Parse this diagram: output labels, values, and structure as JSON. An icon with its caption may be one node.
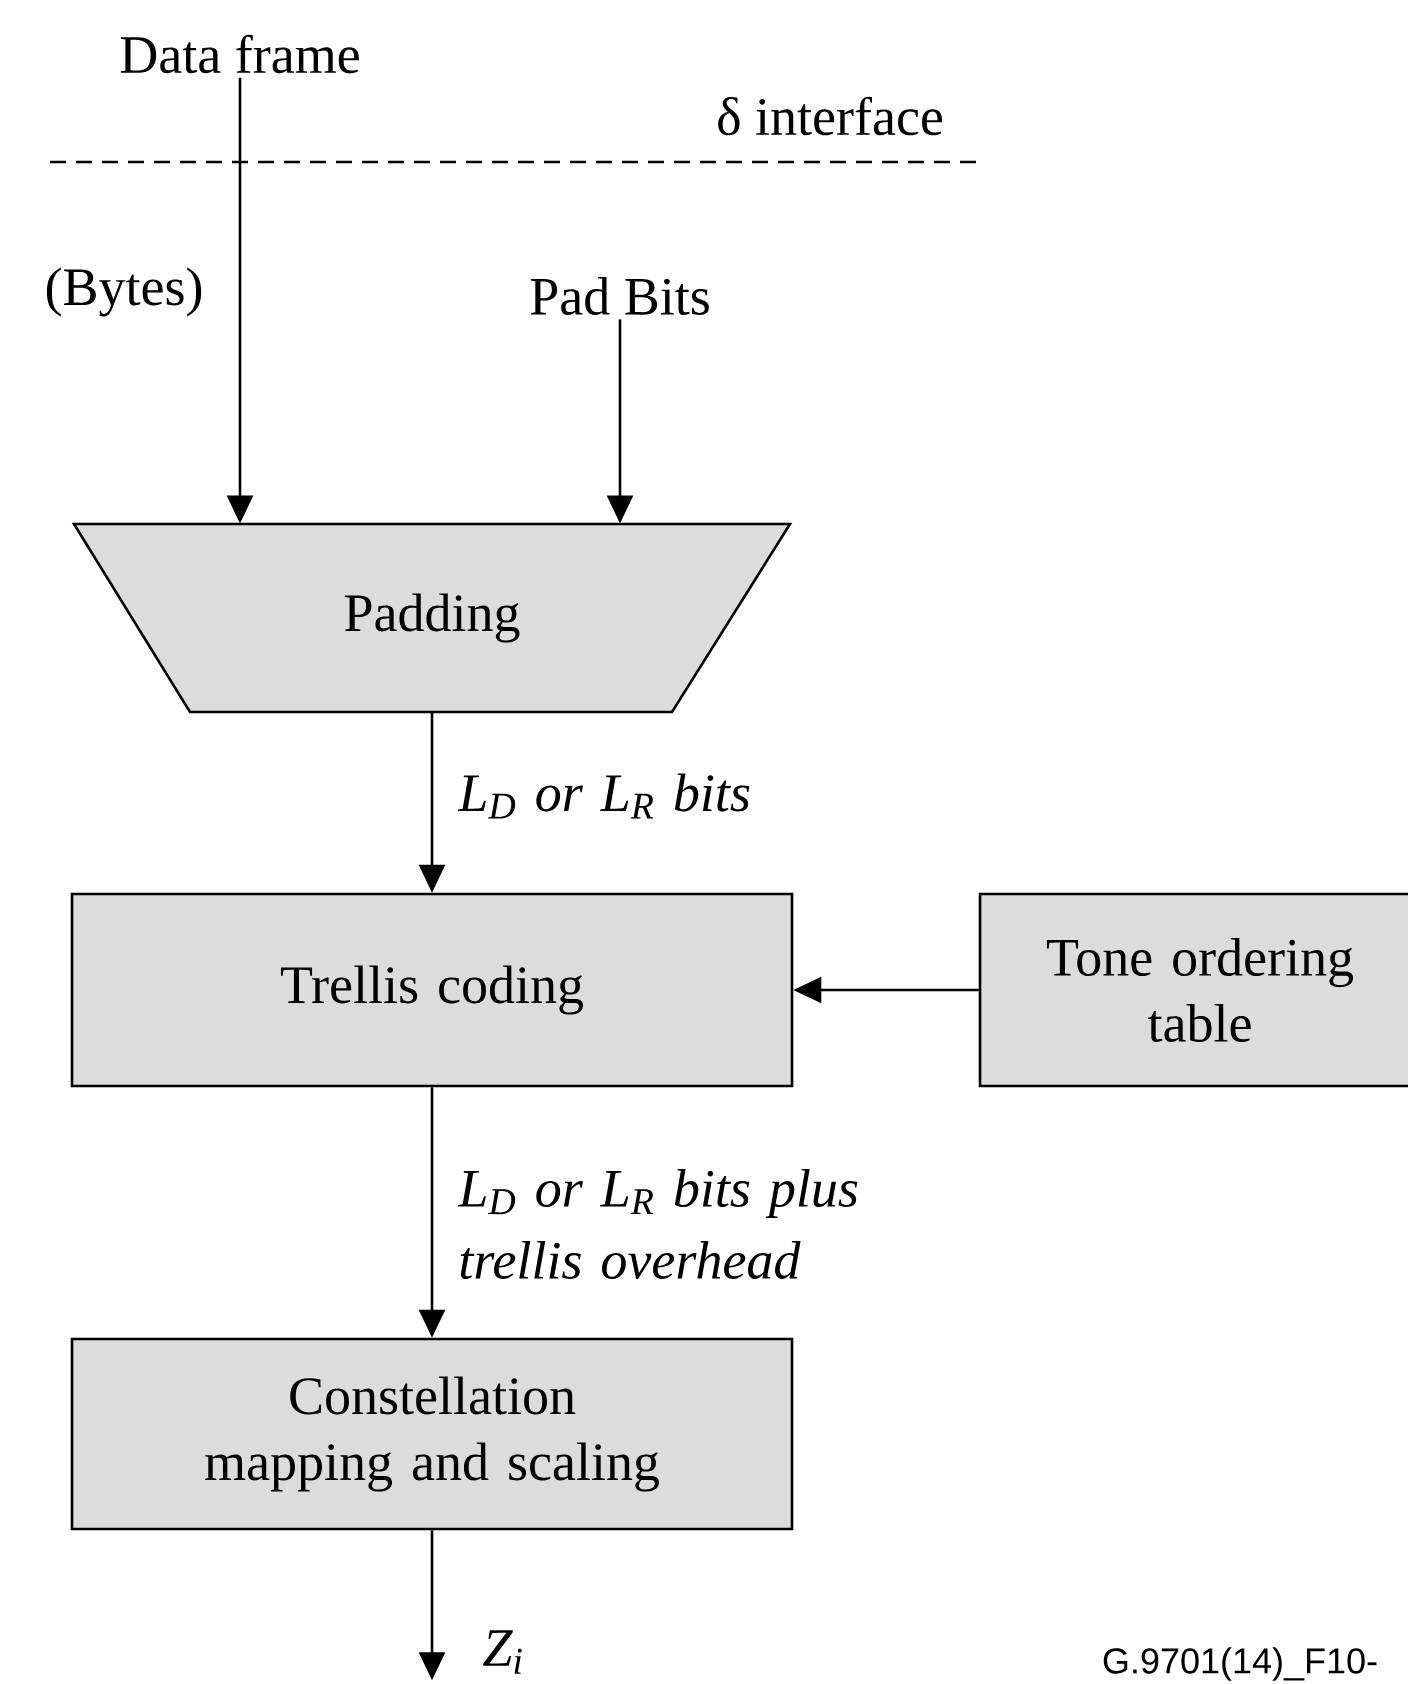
{
  "diagram": {
    "nodes": [
      {
        "text": [
          "Data frame"
        ]
      },
      {
        "text": [
          "Pad Bits"
        ]
      },
      {
        "text": [
          "Padding"
        ]
      },
      {
        "text": [
          "Trellis coding"
        ]
      },
      {
        "text": [
          "Tone ordering table"
        ]
      },
      {
        "text": [
          "Constellation mapping and scaling"
        ]
      }
    ],
    "edges": [
      {
        "from": 0,
        "to": 2,
        "arrow": "to"
      },
      {
        "from": 1,
        "to": 2,
        "arrow": "to"
      },
      {
        "from": 2,
        "to": 3,
        "arrow": "to",
        "label": "L$_{D}$ or L$_{R}$ bits"
      },
      {
        "from": 4,
        "to": 3,
        "arrow": "to"
      },
      {
        "from": 3,
        "to": 5,
        "arrow": "to",
        "label": "L$_{D}$ or L$_{R}$ bits plus trellis overhead"
      },
      {
        "from": 5,
        "to": null,
        "arrow": "to",
        "label": "Z$_{i}$"
      }
    ],
    "labels": [
      "δ interface",
      "(Bytes)",
      "G.9701(14)_F10-"
    ]
  }
}
